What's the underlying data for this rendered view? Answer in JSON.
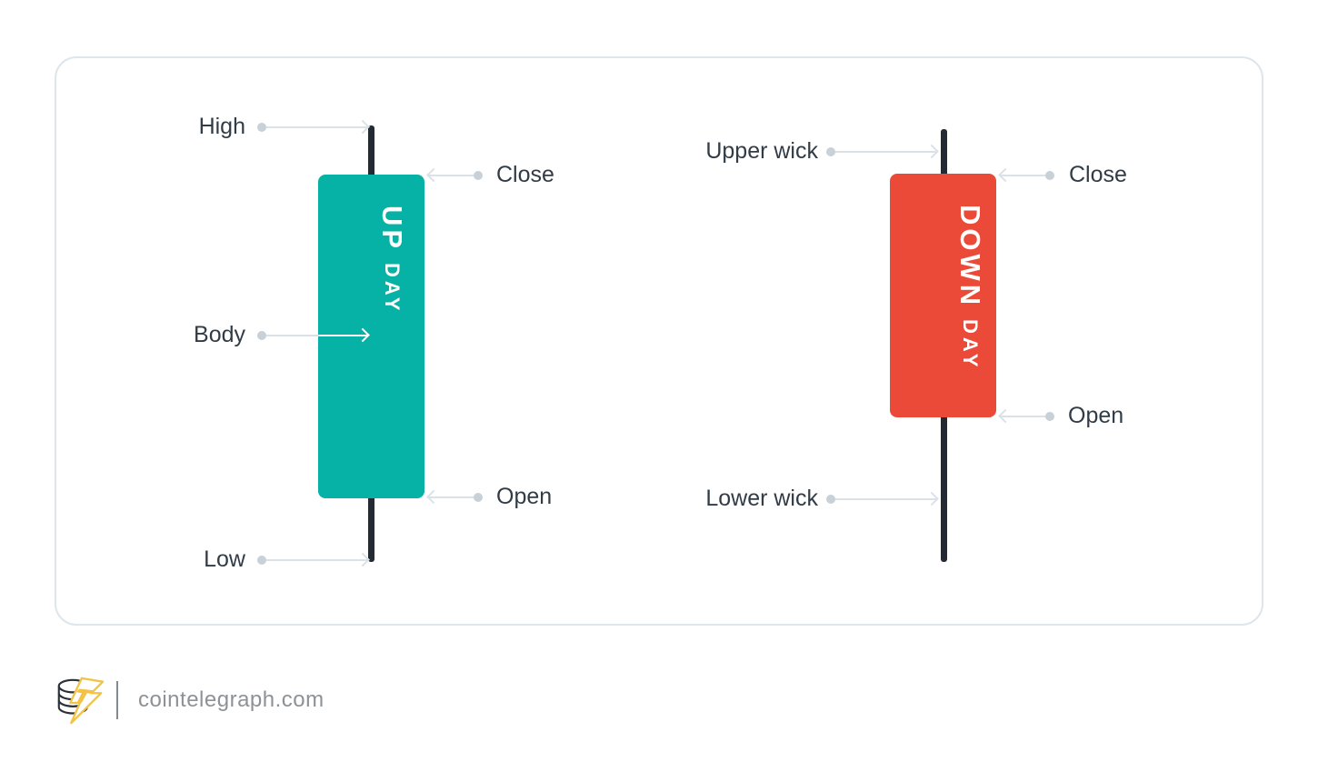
{
  "panel": {
    "up_candle": {
      "body_label_main": "UP",
      "body_label_sub": "DAY",
      "annotations": {
        "high": "High",
        "close": "Close",
        "body": "Body",
        "open": "Open",
        "low": "Low"
      }
    },
    "down_candle": {
      "body_label_main": "DOWN",
      "body_label_sub": "DAY",
      "annotations": {
        "upper_wick": "Upper wick",
        "close": "Close",
        "open": "Open",
        "lower_wick": "Lower wick"
      }
    }
  },
  "footer": {
    "site": "cointelegraph.com",
    "logo": "cointelegraph-coin-lightning-logo"
  },
  "colors": {
    "up_body": "#06B2A5",
    "down_body": "#EC4A38",
    "wick": "#242A33",
    "label_text": "#313C47",
    "arrow": "#DAE2E8",
    "arrow_dot": "#C8D1D8",
    "panel_border": "#DCE6EB",
    "footer_text": "#8D9297",
    "footer_divider": "#84898E",
    "logo_dark": "#2B3138",
    "logo_accent": "#F2C344"
  }
}
